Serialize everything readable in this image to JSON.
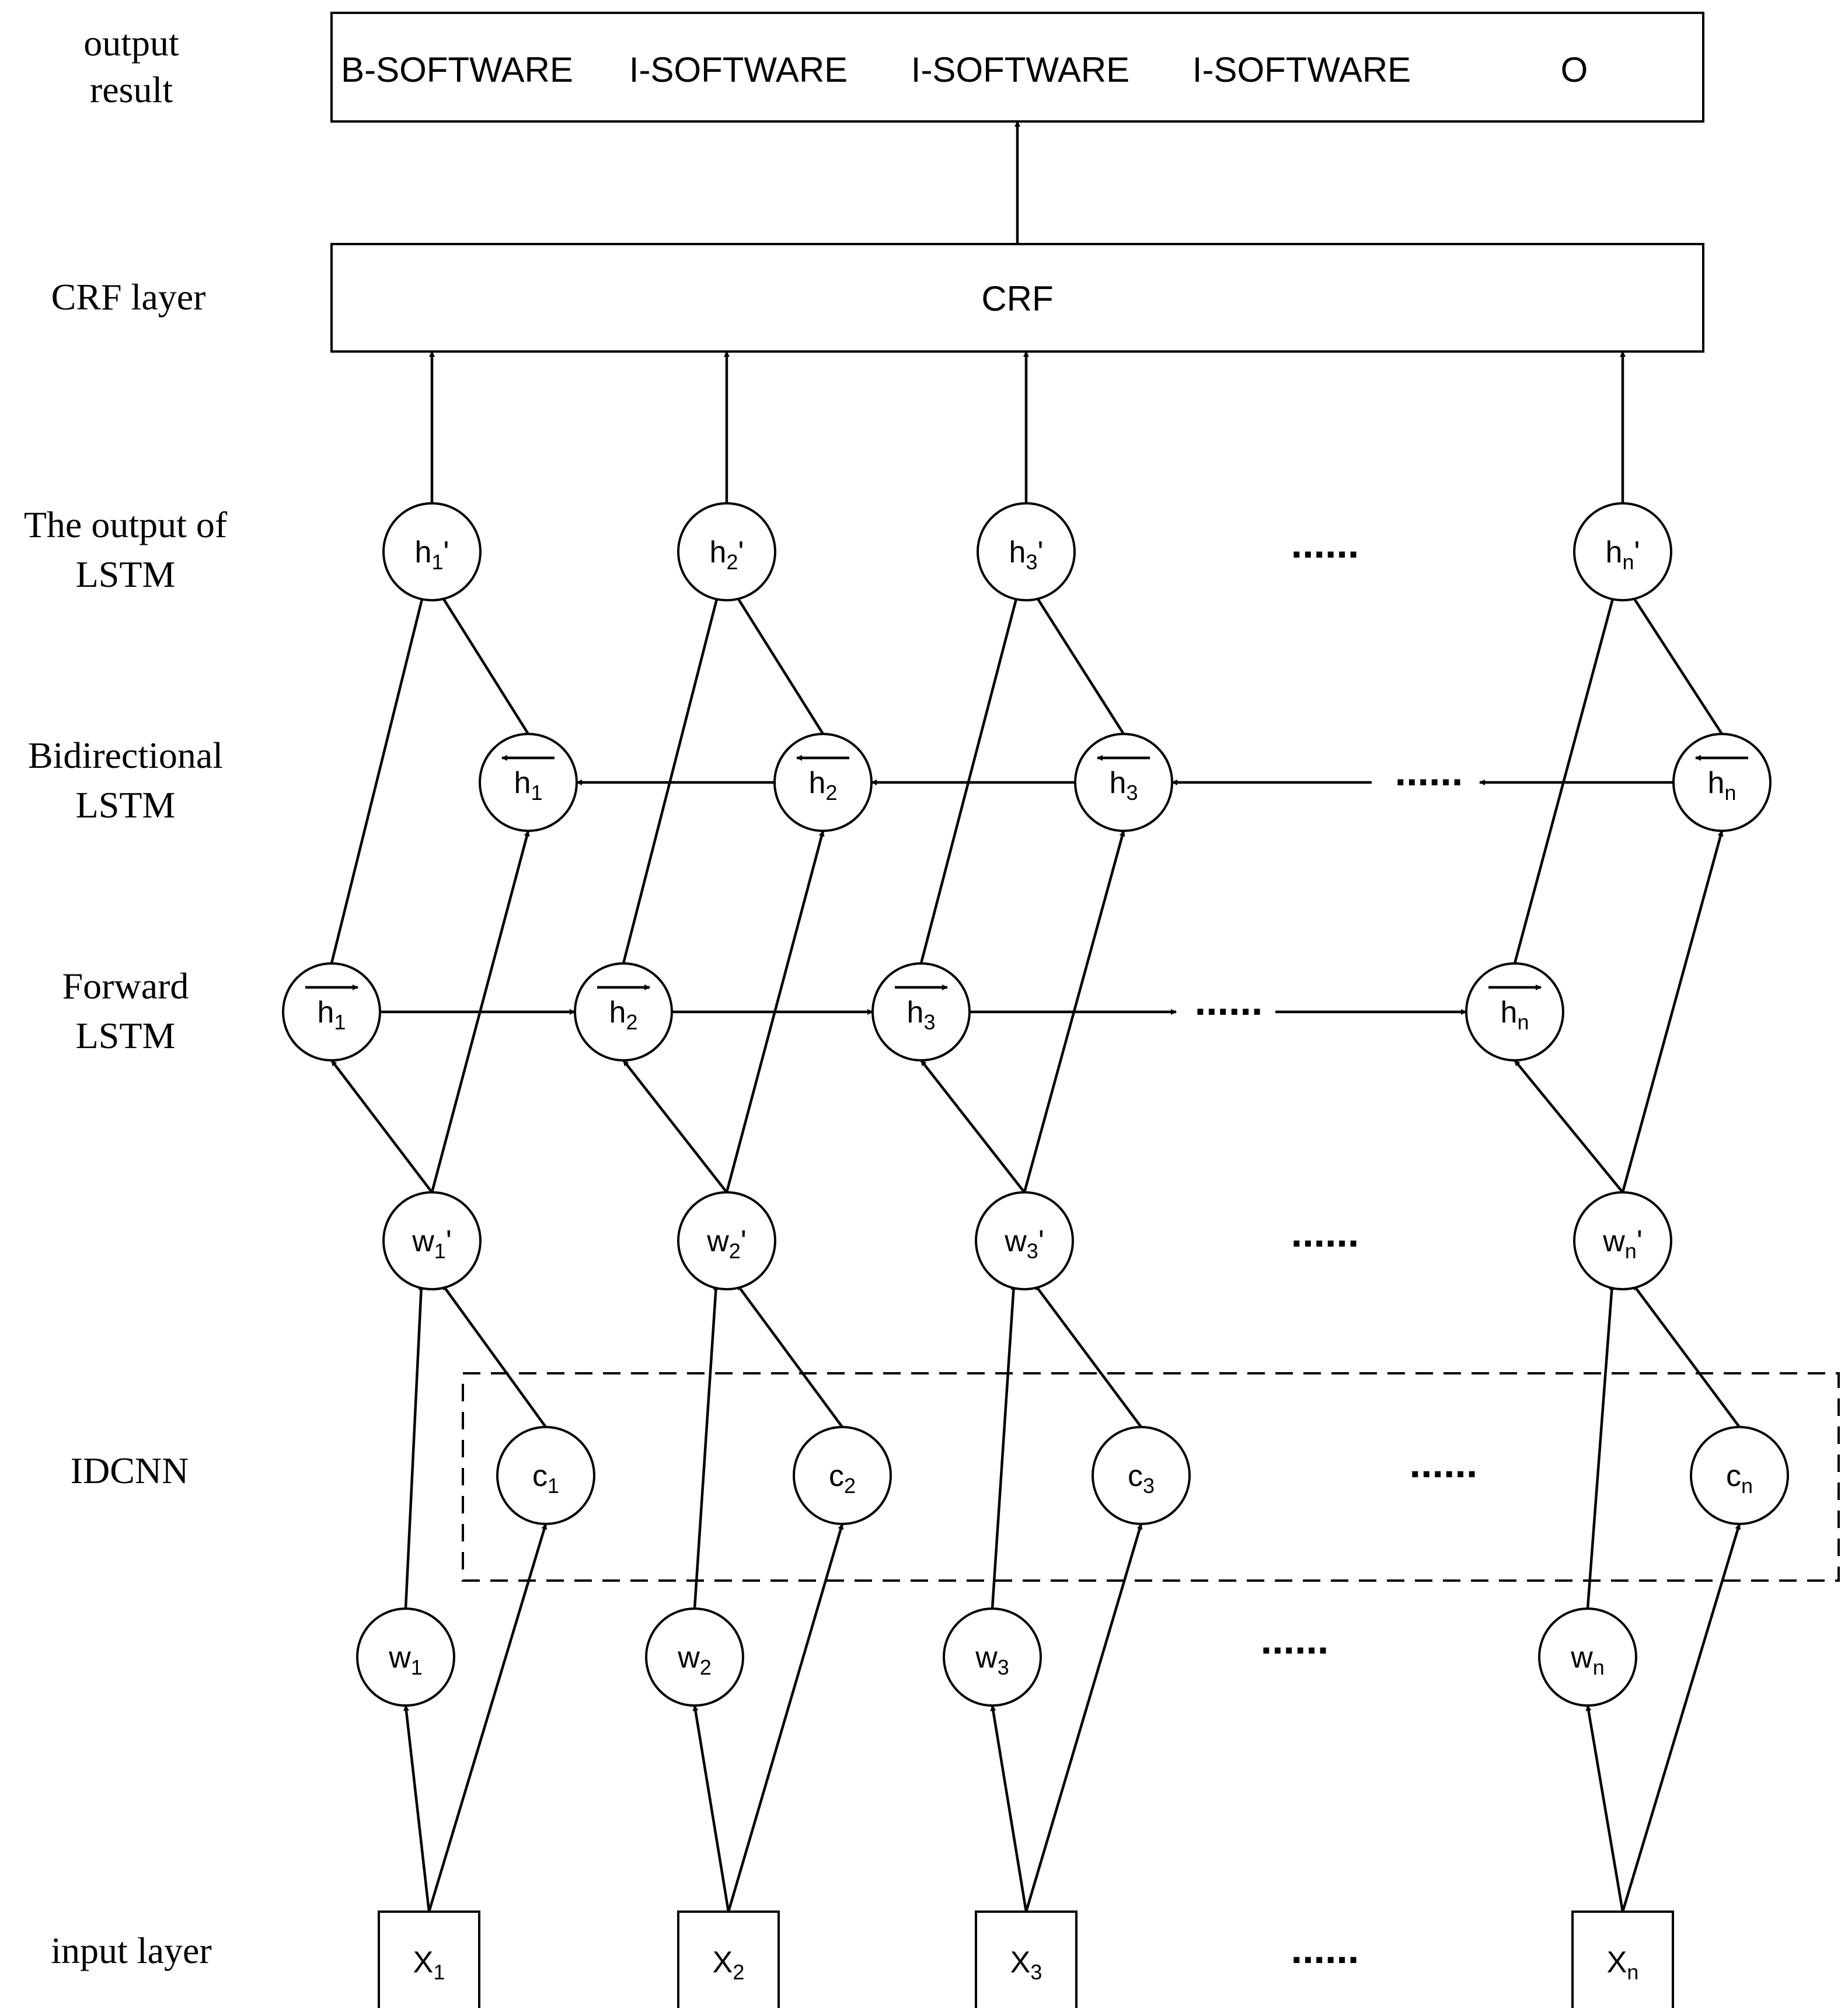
{
  "row_labels": {
    "output_result": [
      "output",
      "result"
    ],
    "crf_layer": [
      "CRF layer"
    ],
    "lstm_output": [
      "The output of",
      "LSTM"
    ],
    "bidirectional": [
      "Bidirectional",
      "LSTM"
    ],
    "forward": [
      "Forward",
      "LSTM"
    ],
    "idcnn": [
      "IDCNN"
    ],
    "input_layer": [
      "input layer"
    ]
  },
  "output_tags": [
    "B-SOFTWARE",
    "I-SOFTWARE",
    "I-SOFTWARE",
    "I-SOFTWARE",
    "O"
  ],
  "crf_label": "CRF",
  "ellipsis": "......",
  "columns": [
    {
      "x": {
        "main": "X",
        "sub": "1"
      },
      "w": {
        "main": "w",
        "sub": "1"
      },
      "c": {
        "main": "c",
        "sub": "1"
      },
      "wp": {
        "main": "w",
        "sub": "1",
        "suffix": "'"
      },
      "hf": {
        "main": "h",
        "sub": "1"
      },
      "hb": {
        "main": "h",
        "sub": "1"
      },
      "hp": {
        "main": "h",
        "sub": "1",
        "suffix": "'"
      }
    },
    {
      "x": {
        "main": "X",
        "sub": "2"
      },
      "w": {
        "main": "w",
        "sub": "2"
      },
      "c": {
        "main": "c",
        "sub": "2"
      },
      "wp": {
        "main": "w",
        "sub": "2",
        "suffix": "'"
      },
      "hf": {
        "main": "h",
        "sub": "2"
      },
      "hb": {
        "main": "h",
        "sub": "2"
      },
      "hp": {
        "main": "h",
        "sub": "2",
        "suffix": "'"
      }
    },
    {
      "x": {
        "main": "X",
        "sub": "3"
      },
      "w": {
        "main": "w",
        "sub": "3"
      },
      "c": {
        "main": "c",
        "sub": "3"
      },
      "wp": {
        "main": "w",
        "sub": "3",
        "suffix": "'"
      },
      "hf": {
        "main": "h",
        "sub": "3"
      },
      "hb": {
        "main": "h",
        "sub": "3"
      },
      "hp": {
        "main": "h",
        "sub": "3",
        "suffix": "'"
      }
    },
    {
      "x": {
        "main": "X",
        "sub": "n"
      },
      "w": {
        "main": "w",
        "sub": "n"
      },
      "c": {
        "main": "c",
        "sub": "n"
      },
      "wp": {
        "main": "w",
        "sub": "n",
        "suffix": "'"
      },
      "hf": {
        "main": "h",
        "sub": "n"
      },
      "hb": {
        "main": "h",
        "sub": "n"
      },
      "hp": {
        "main": "h",
        "sub": "n",
        "suffix": "'"
      }
    }
  ]
}
